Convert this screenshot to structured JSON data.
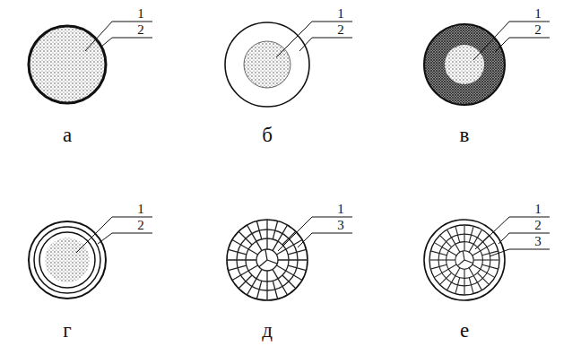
{
  "diagram": {
    "labels": [
      "1",
      "2",
      "а",
      "1",
      "2",
      "б",
      "1",
      "2",
      "в",
      "1",
      "2",
      "г",
      "1",
      "3",
      "д",
      "1",
      "2",
      "3",
      "е"
    ]
  }
}
